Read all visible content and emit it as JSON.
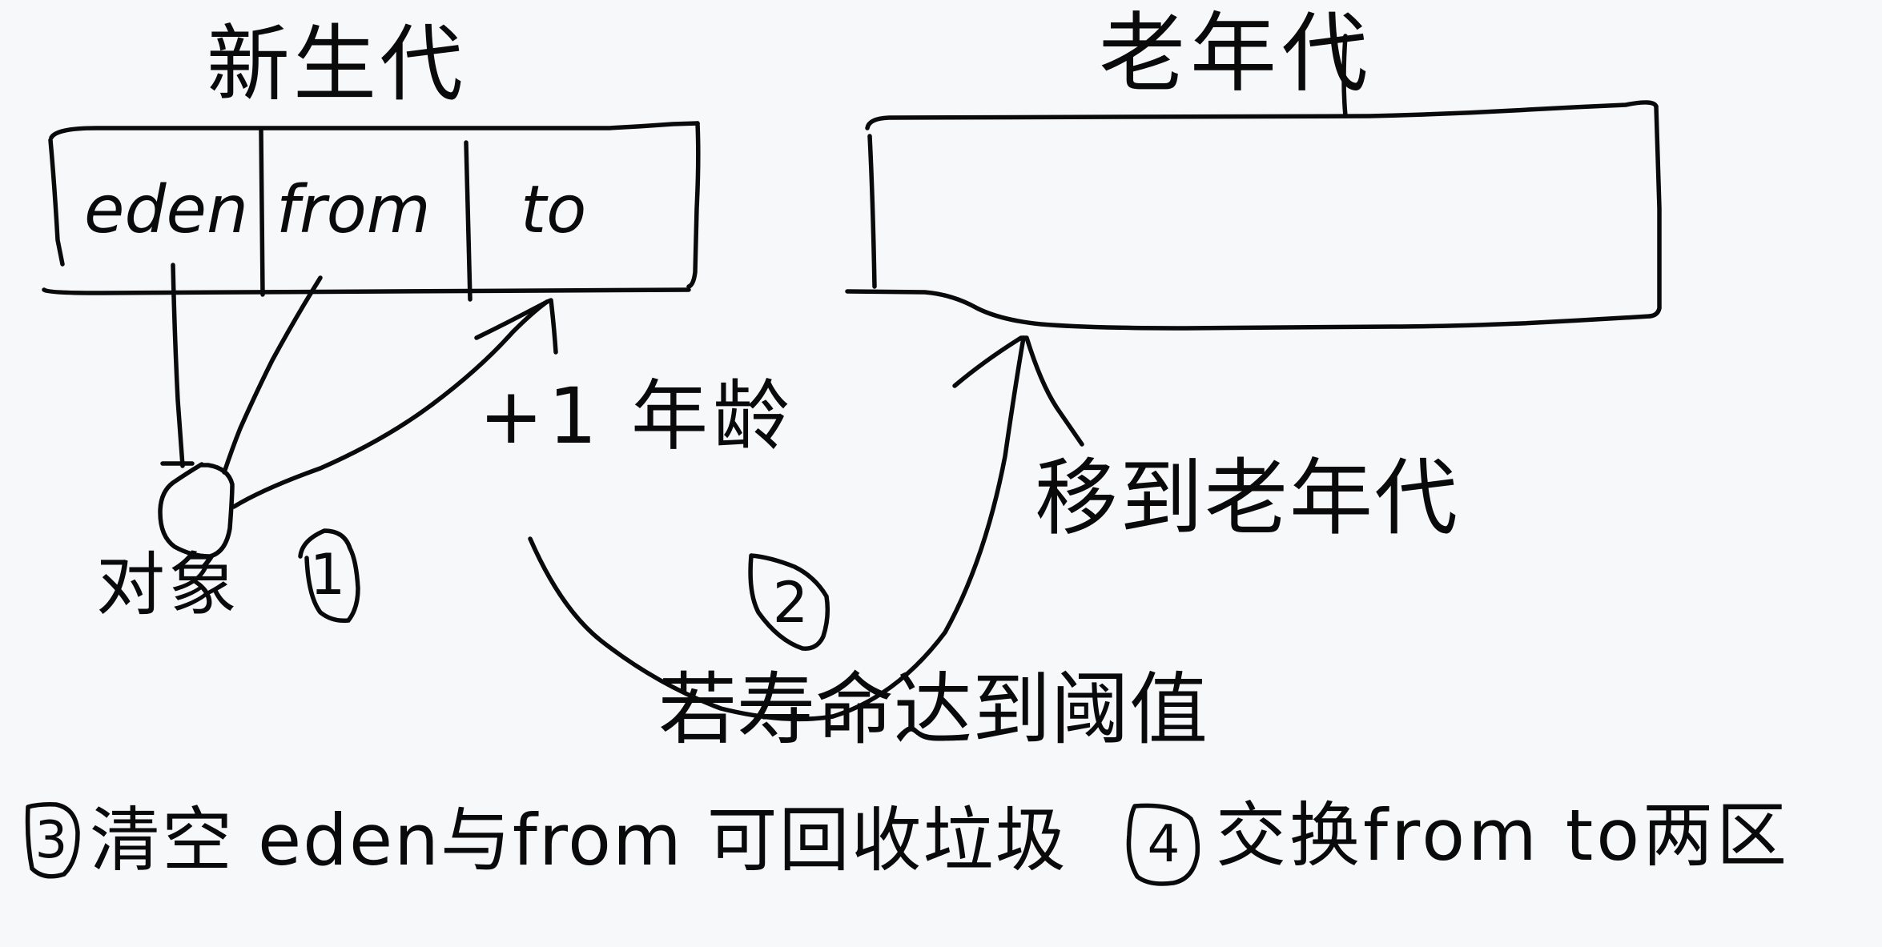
{
  "diagram": {
    "title": "JVM 分代垃圾回收 (Minor GC 过程)",
    "background_color": "#f7f8fa",
    "stroke_color": "#0a0a0a",
    "young_generation": {
      "title": "新生代",
      "cells": [
        {
          "id": "eden",
          "label": "eden"
        },
        {
          "id": "from",
          "label": "from"
        },
        {
          "id": "to",
          "label": "to"
        }
      ]
    },
    "old_generation": {
      "title": "老年代"
    },
    "object": {
      "label": "对象"
    },
    "annotations": {
      "age_increment": "+1 年龄",
      "move_to_old": "移到老年代",
      "threshold": "若寿命达到阈值"
    },
    "steps": [
      {
        "number": "1",
        "marker": "①",
        "text": ""
      },
      {
        "number": "2",
        "marker": "②",
        "text": ""
      },
      {
        "number": "3",
        "marker": "③",
        "text": "清空 eden与from 可回收垃圾"
      },
      {
        "number": "4",
        "marker": "④",
        "text": "交换from to两区"
      }
    ],
    "edges": [
      {
        "from": "eden",
        "to": "object",
        "type": "line"
      },
      {
        "from": "from",
        "to": "object",
        "type": "line"
      },
      {
        "from": "object",
        "to": "to",
        "type": "arrow",
        "label": "+1 年龄",
        "step": "1"
      },
      {
        "from": "to",
        "to": "old_generation",
        "type": "arrow",
        "label": "若寿命达到阈值 → 移到老年代",
        "step": "2"
      }
    ]
  }
}
